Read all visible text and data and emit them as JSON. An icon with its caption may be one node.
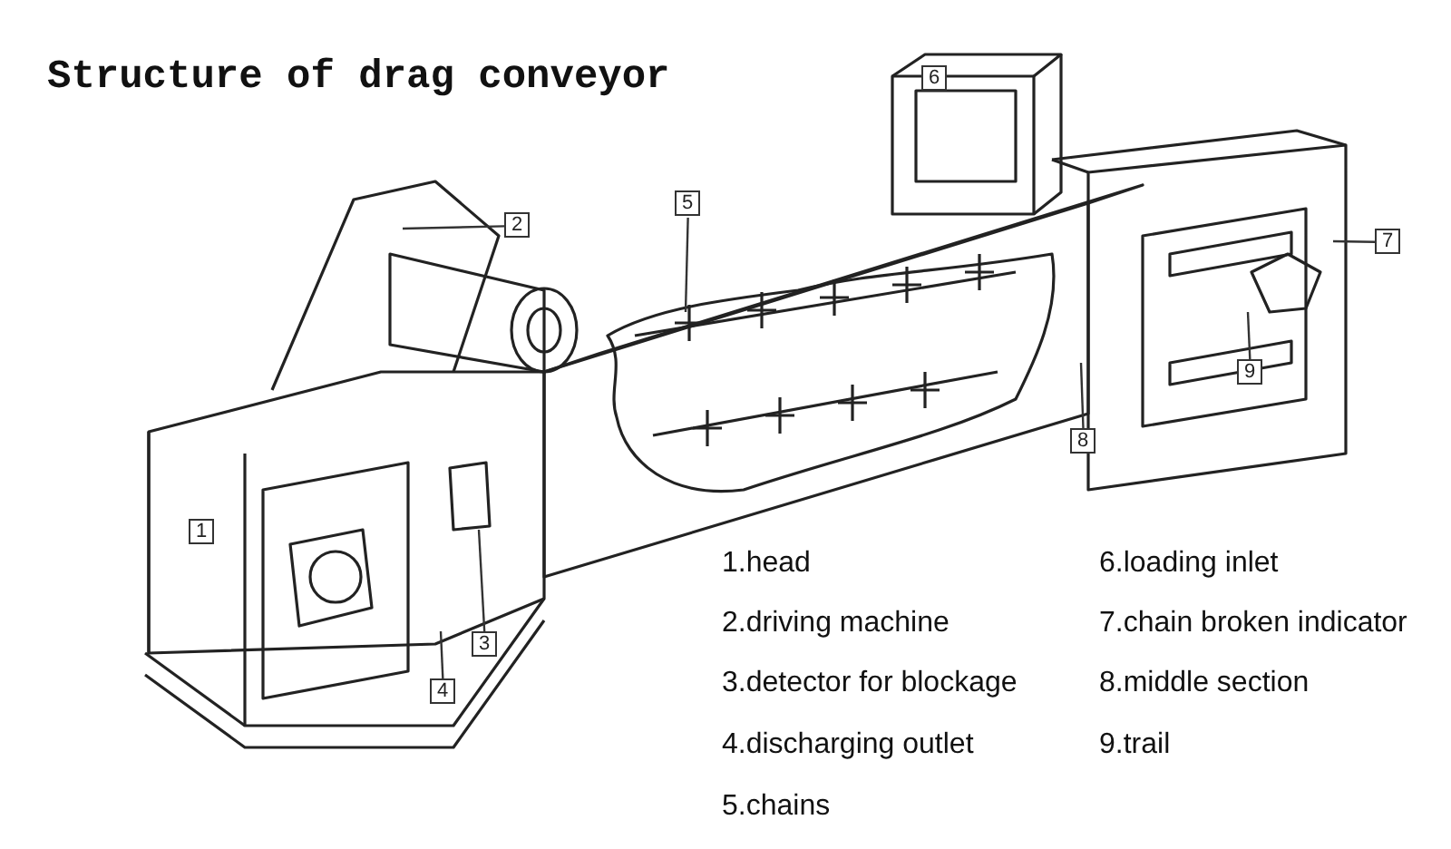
{
  "diagram": {
    "title": "Structure of drag conveyor",
    "nodes": [
      {
        "text": [
          "6"
        ]
      },
      {
        "text": [
          "5"
        ]
      },
      {
        "text": [
          "2"
        ]
      },
      {
        "text": [
          "7"
        ]
      },
      {
        "text": [
          "9"
        ]
      },
      {
        "text": [
          "8"
        ]
      },
      {
        "text": [
          "1"
        ]
      },
      {
        "text": [
          "3"
        ]
      },
      {
        "text": [
          "4"
        ]
      }
    ],
    "edges": [
      {
        "from": 1,
        "to": null,
        "arrow": "none"
      },
      {
        "from": 2,
        "to": null,
        "arrow": "none"
      },
      {
        "from": 3,
        "to": null,
        "arrow": "none"
      },
      {
        "from": 4,
        "to": null,
        "arrow": "none"
      },
      {
        "from": 5,
        "to": null,
        "arrow": "none"
      },
      {
        "from": 7,
        "to": null,
        "arrow": "none"
      },
      {
        "from": 8,
        "to": null,
        "arrow": "none"
      }
    ],
    "labels": [
      "1.head",
      "6.loading inlet",
      "2.driving machine",
      "7.chain broken indicator",
      "3.detector for blockage",
      "8.middle section",
      "4.discharging outlet",
      "9.trail",
      "5.chains"
    ]
  }
}
